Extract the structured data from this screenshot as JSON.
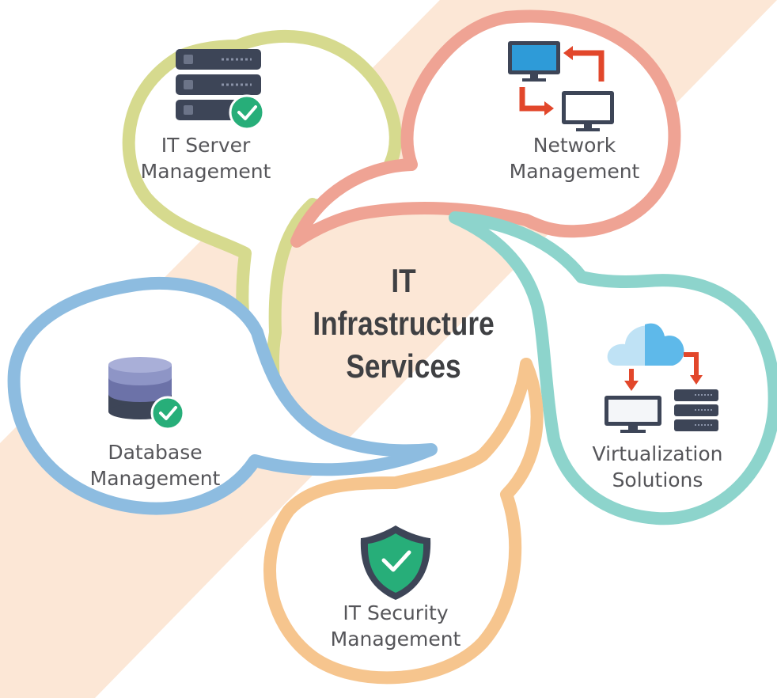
{
  "center": {
    "title_lines": [
      "IT",
      "Infrastructure",
      "Services"
    ]
  },
  "nodes": [
    {
      "id": "it-server-management",
      "label_lines": [
        "IT Server",
        "Management"
      ],
      "color": "#D6DA8E",
      "icon": "server-rack-check-icon"
    },
    {
      "id": "network-management",
      "label_lines": [
        "Network",
        "Management"
      ],
      "color": "#EFA394",
      "icon": "network-monitors-icon"
    },
    {
      "id": "virtualization-solutions",
      "label_lines": [
        "Virtualization",
        "Solutions"
      ],
      "color": "#8DD4CC",
      "icon": "cloud-monitor-server-icon"
    },
    {
      "id": "it-security-management",
      "label_lines": [
        "IT Security",
        "Management"
      ],
      "color": "#F6C58E",
      "icon": "shield-check-icon"
    },
    {
      "id": "database-management",
      "label_lines": [
        "Database",
        "Management"
      ],
      "color": "#8DBCE0",
      "icon": "database-check-icon"
    }
  ],
  "colors": {
    "background_band": "#FCE7D6",
    "icon_dark": "#3D4557",
    "icon_accent_green": "#27AE79",
    "icon_accent_red": "#E2472B",
    "icon_accent_blue": "#2E9BD8",
    "text": "#555559"
  }
}
